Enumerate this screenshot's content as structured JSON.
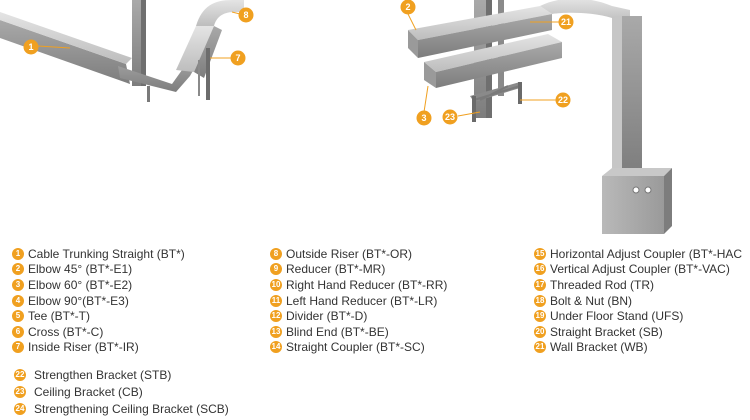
{
  "colors": {
    "badge": "#f0a020",
    "tray_light": "#d8d8d8",
    "tray_mid": "#b4b4b4",
    "tray_dark": "#8a8a8a",
    "text": "#333333"
  },
  "left_callouts": [
    "1",
    "7",
    "8"
  ],
  "right_callouts": [
    "2",
    "3",
    "21",
    "22",
    "23"
  ],
  "legend": {
    "col1": [
      {
        "num": "1",
        "label": "Cable Trunking Straight (BT*)"
      },
      {
        "num": "2",
        "label": "Elbow 45° (BT*-E1)"
      },
      {
        "num": "3",
        "label": "Elbow 60° (BT*-E2)"
      },
      {
        "num": "4",
        "label": "Elbow 90°(BT*-E3)"
      },
      {
        "num": "5",
        "label": "Tee (BT*-T)"
      },
      {
        "num": "6",
        "label": "Cross (BT*-C)"
      },
      {
        "num": "7",
        "label": "Inside Riser  (BT*-IR)"
      }
    ],
    "col2": [
      {
        "num": "8",
        "label": "Outside Riser (BT*-OR)"
      },
      {
        "num": "9",
        "label": "Reducer (BT*-MR)"
      },
      {
        "num": "10",
        "label": "Right Hand Reducer (BT*-RR)"
      },
      {
        "num": "11",
        "label": "Left Hand Reducer (BT*-LR)"
      },
      {
        "num": "12",
        "label": "Divider (BT*-D)"
      },
      {
        "num": "13",
        "label": "Blind End (BT*-BE)"
      },
      {
        "num": "14",
        "label": "Straight Coupler (BT*-SC)"
      }
    ],
    "col3": [
      {
        "num": "15",
        "label": "Horizontal Adjust Coupler (BT*-HAC"
      },
      {
        "num": "16",
        "label": "Vertical Adjust Coupler (BT*-VAC)"
      },
      {
        "num": "17",
        "label": "Threaded Rod (TR)"
      },
      {
        "num": "18",
        "label": "Bolt & Nut (BN)"
      },
      {
        "num": "19",
        "label": "Under Floor Stand (UFS)"
      },
      {
        "num": "20",
        "label": "Straight Bracket (SB)"
      },
      {
        "num": "21",
        "label": "Wall Bracket (WB)"
      }
    ],
    "col4": [
      {
        "num": "22",
        "label": "Strengthen Bracket (STB)"
      },
      {
        "num": "23",
        "label": "Ceiling Bracket (CB)"
      },
      {
        "num": "24",
        "label": "Strengthening Ceiling Bracket (SCB)"
      }
    ]
  }
}
